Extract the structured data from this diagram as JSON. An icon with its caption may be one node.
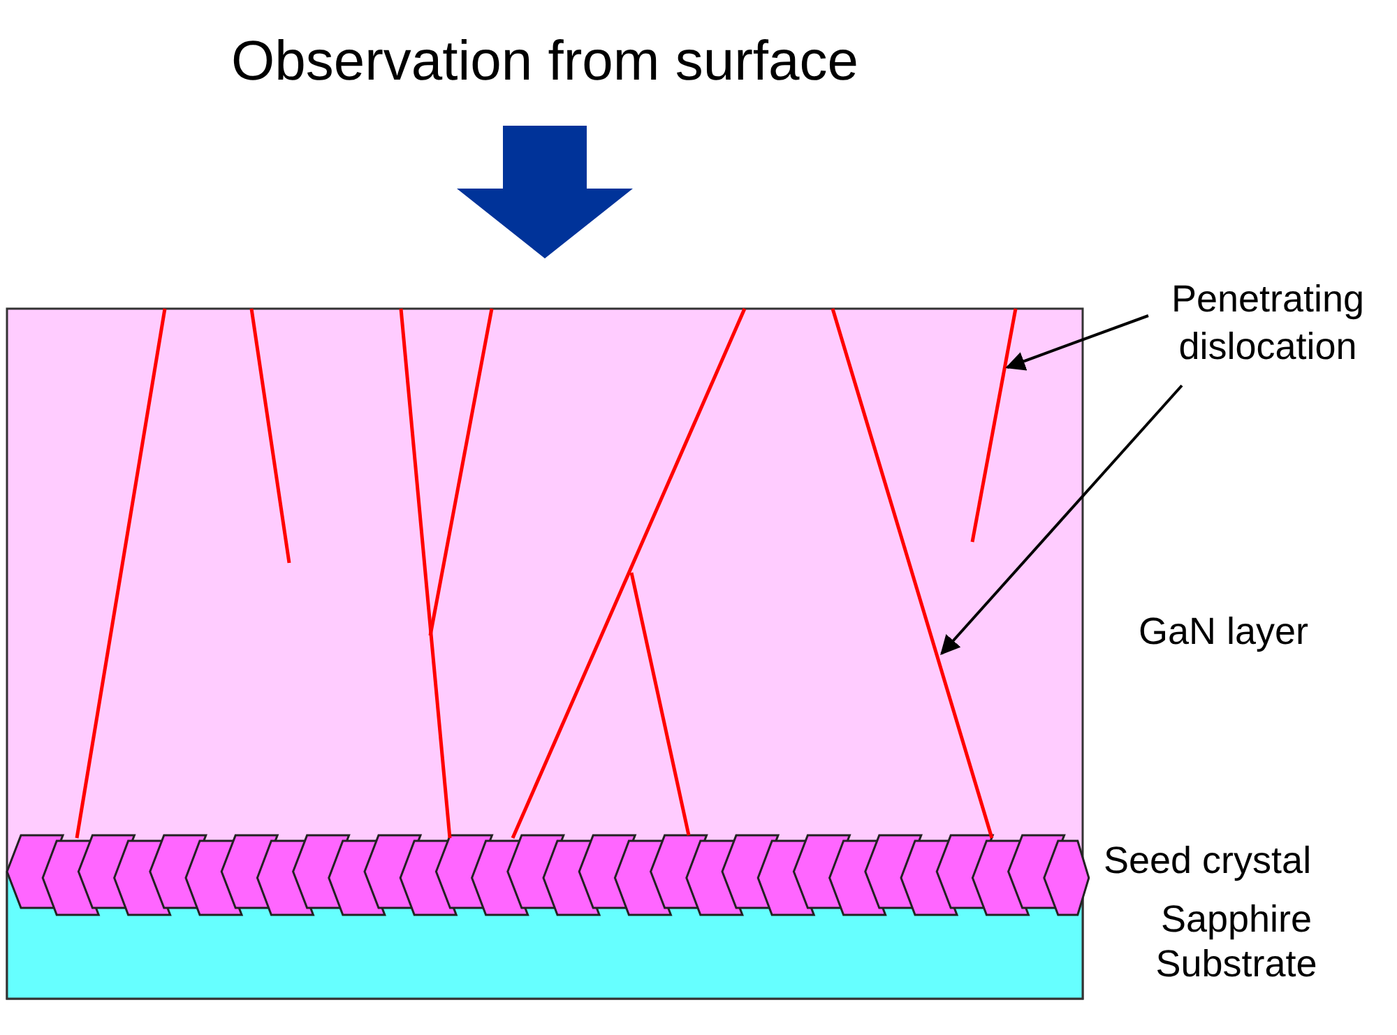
{
  "diagram": {
    "title": "Observation from surface",
    "nodes": [
      {
        "text": [
          "Penetrating dislocation"
        ]
      },
      {
        "text": [],
        "shape": "line"
      },
      {
        "text": [],
        "shape": "line"
      }
    ],
    "edges": [
      {
        "from": 0,
        "to": 1,
        "arrow": "to"
      },
      {
        "from": 0,
        "to": 2,
        "arrow": "to"
      }
    ],
    "labels": [
      "GaN layer",
      "Seed crystal",
      "Sapphire Substrate"
    ]
  }
}
